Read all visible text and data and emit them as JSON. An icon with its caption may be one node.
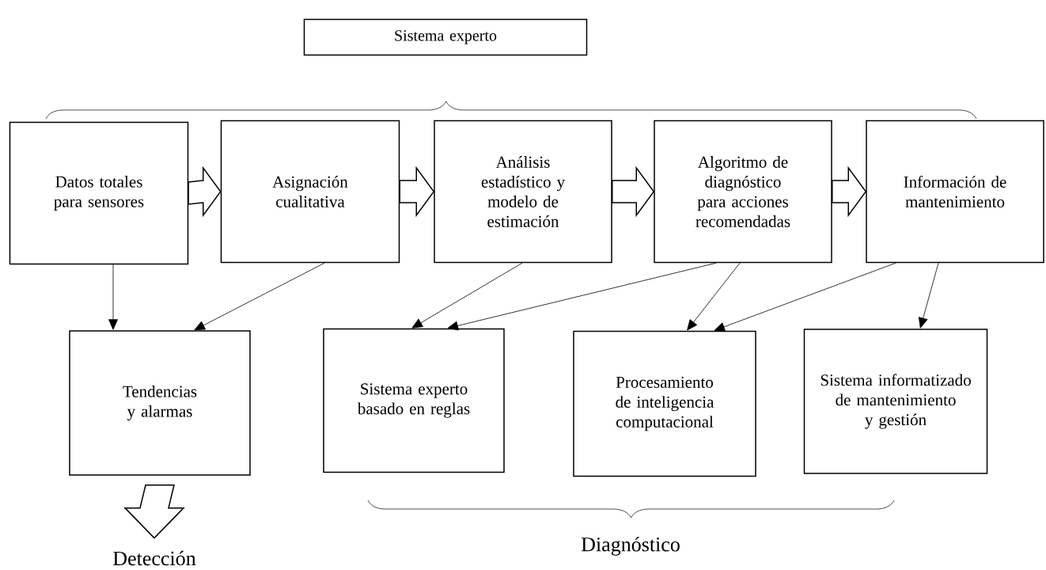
{
  "diagram": {
    "nodes": [
      {
        "text": [
          "Sistema experto"
        ]
      },
      {
        "text": [
          "Datos totales para sensores"
        ]
      },
      {
        "text": [
          "Asignación cualitativa"
        ]
      },
      {
        "text": [
          "Análisis estadístico y modelo de estimación"
        ]
      },
      {
        "text": [
          "Algoritmo de diagnóstico para acciones recomendadas"
        ]
      },
      {
        "text": [
          "Información de mantenimiento"
        ]
      },
      {
        "text": [
          "Tendencias y alarmas"
        ]
      },
      {
        "text": [
          "Sistema experto basado en reglas"
        ]
      },
      {
        "text": [
          "Procesamiento de inteligencia computacional"
        ]
      },
      {
        "text": [
          "Sistema informatizado de mantenimiento y gestión"
        ]
      },
      {
        "text": [
          "Detección"
        ]
      }
    ],
    "edges": [
      {
        "from": 1,
        "to": 2,
        "arrow": "to",
        "style": "thick"
      },
      {
        "from": 2,
        "to": 3,
        "arrow": "to",
        "style": "thick"
      },
      {
        "from": 3,
        "to": 4,
        "arrow": "to",
        "style": "thick"
      },
      {
        "from": 4,
        "to": 5,
        "arrow": "to",
        "style": "thick"
      },
      {
        "from": 1,
        "to": 6,
        "arrow": "to"
      },
      {
        "from": 2,
        "to": 6,
        "arrow": "to"
      },
      {
        "from": 3,
        "to": 7,
        "arrow": "to"
      },
      {
        "from": 4,
        "to": 7,
        "arrow": "to"
      },
      {
        "from": 4,
        "to": 8,
        "arrow": "to"
      },
      {
        "from": 5,
        "to": 8,
        "arrow": "to"
      },
      {
        "from": 5,
        "to": 9,
        "arrow": "to"
      },
      {
        "from": 6,
        "to": 10,
        "arrow": "to",
        "style": "thick"
      }
    ],
    "labels": [
      "Diagnóstico"
    ]
  }
}
